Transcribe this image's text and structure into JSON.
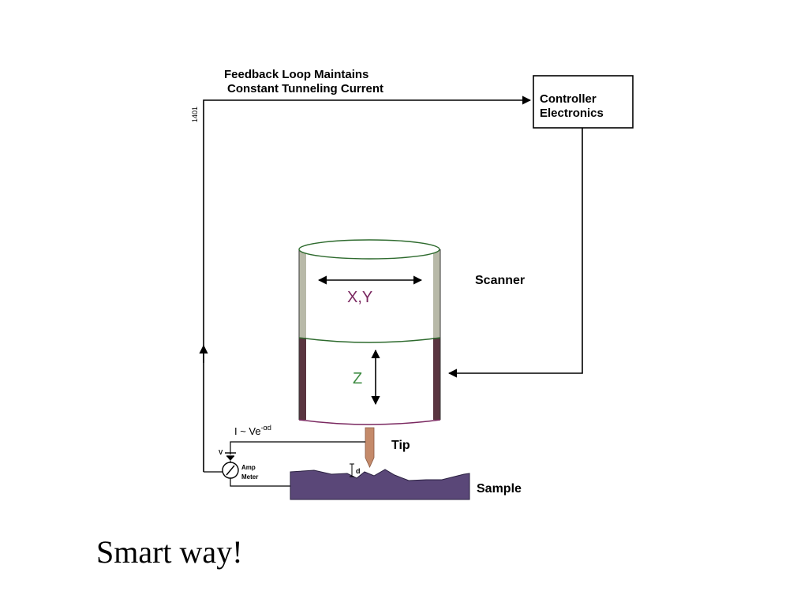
{
  "diagram": {
    "feedback_line1": "Feedback Loop Maintains",
    "feedback_line2": "Constant Tunneling Current",
    "figure_number": "1401",
    "controller_line1": "Controller",
    "controller_line2": "Electronics",
    "scanner_label": "Scanner",
    "xy_label": "X,Y",
    "z_label": "Z",
    "current_formula": "I ~ Ve",
    "current_exponent": "-αd",
    "tip_label": "Tip",
    "voltage_label": "V",
    "amp_meter_line1": "Amp",
    "amp_meter_line2": "Meter",
    "distance_label": "d",
    "sample_label": "Sample"
  },
  "caption": "Smart way!",
  "colors": {
    "line": "#000000",
    "scanner_top_bar": "#b8b9a8",
    "scanner_bottom_bar": "#5a3540",
    "xy_text": "#7a2860",
    "z_text": "#3c8a40",
    "tip": "#c48a6a",
    "sample": "#5a4778"
  }
}
